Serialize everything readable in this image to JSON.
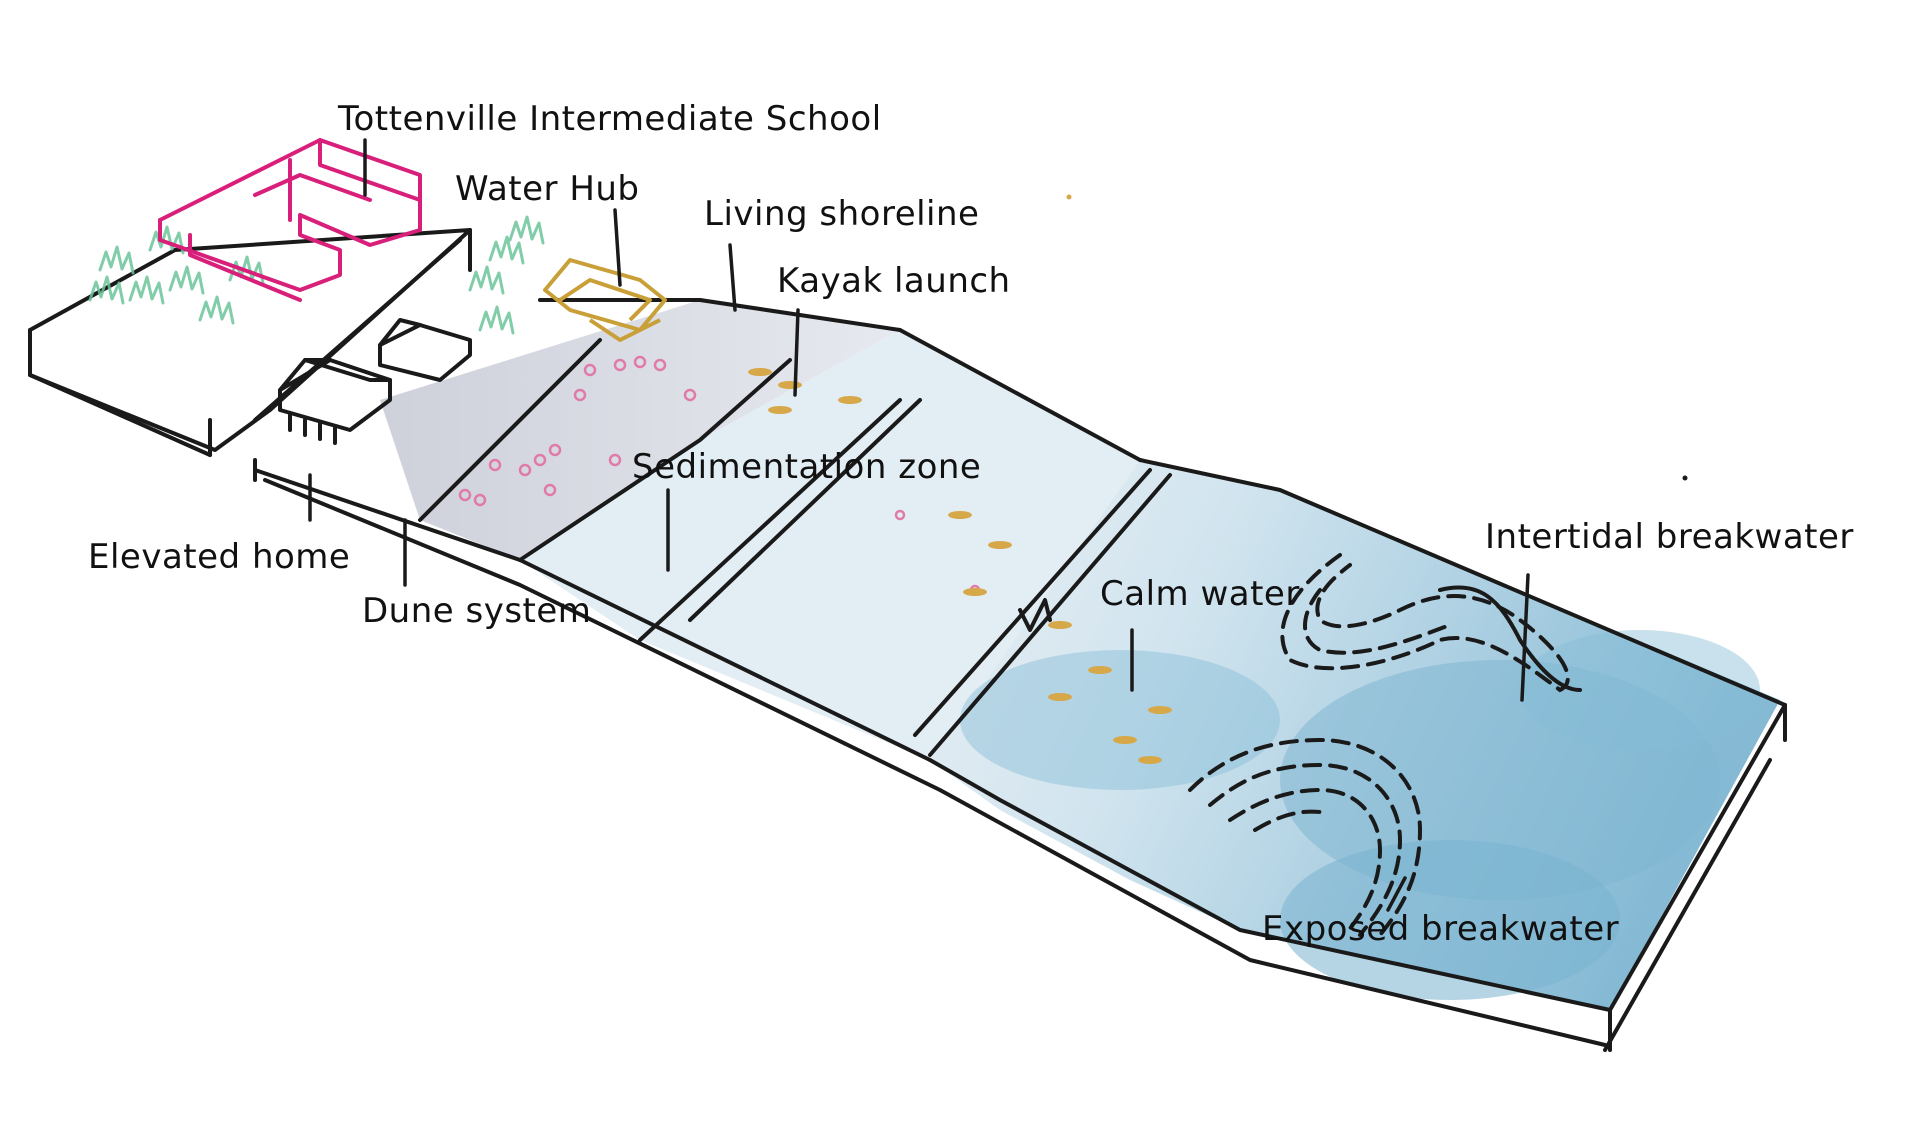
{
  "labels": {
    "school": "Tottenville Intermediate School",
    "water_hub": "Water Hub",
    "living_shoreline": "Living shoreline",
    "kayak_launch": "Kayak launch",
    "sedimentation_zone": "Sedimentation zone",
    "elevated_home": "Elevated home",
    "dune_system": "Dune system",
    "calm_water": "Calm water",
    "intertidal_breakwater": "Intertidal breakwater",
    "exposed_breakwater": "Exposed breakwater"
  },
  "colors": {
    "ink": "#1a1a1a",
    "school": "#d8207a",
    "water_hub": "#c9a038",
    "vegetation": "#6cc49a",
    "shoreline_gray": "#d7d9e0",
    "water_light": "#cfe4ee",
    "water_deep": "#7fb9d4",
    "kayak": "#d6a84a",
    "marsh_plants": "#e07aa8"
  }
}
